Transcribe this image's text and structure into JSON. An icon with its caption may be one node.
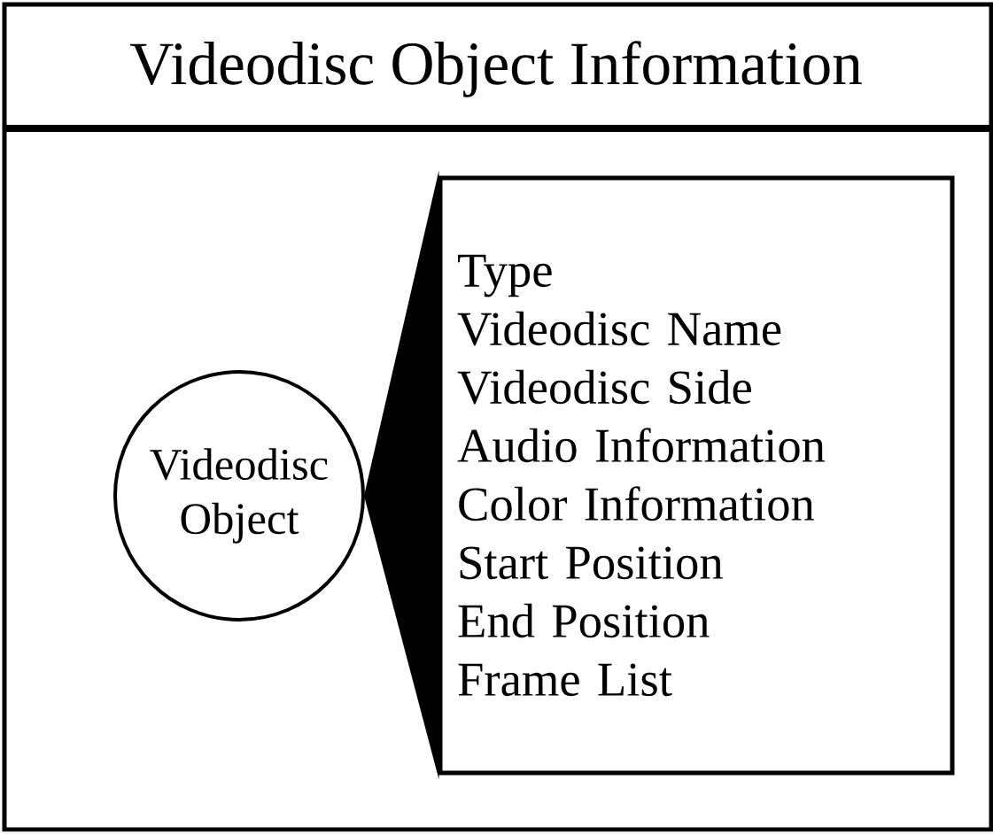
{
  "diagram": {
    "title": "Videodisc Object Information",
    "nodes": [
      {
        "text": [
          "Videodisc Object"
        ]
      },
      {
        "text": [
          "Type",
          "Videodisc Name",
          "Videodisc Side",
          "Audio Information",
          "Color Information",
          "Start Position",
          "End Position",
          "Frame List"
        ]
      }
    ],
    "edges": [
      {
        "from": 0,
        "to": 1,
        "arrow": "none"
      }
    ]
  }
}
